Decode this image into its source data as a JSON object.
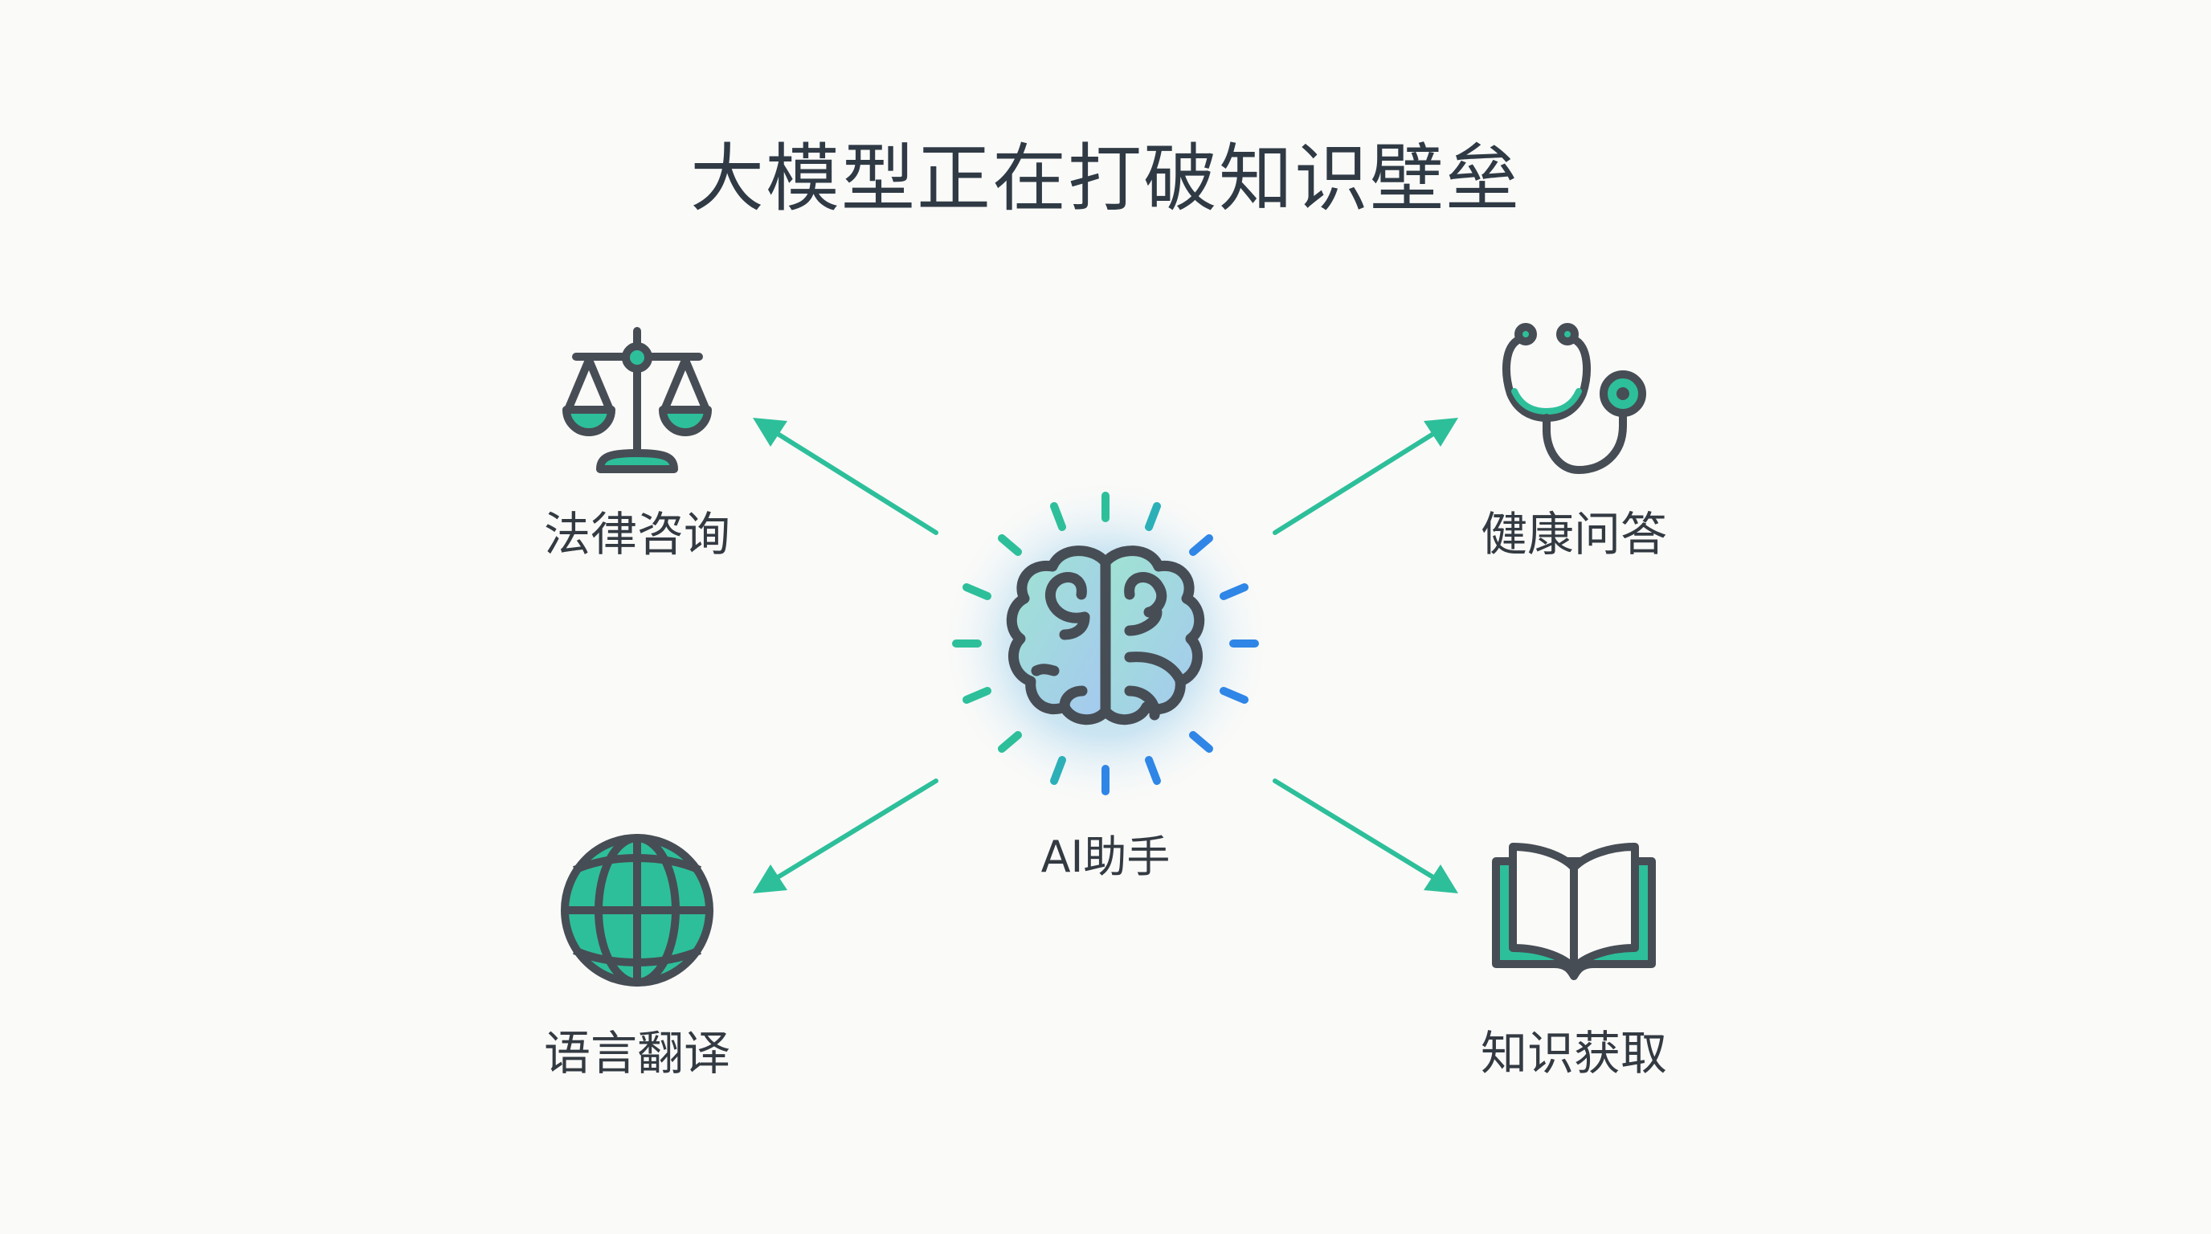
{
  "title": "大模型正在打破知识壁垒",
  "center": {
    "label": "AI助手",
    "icon": "brain-icon"
  },
  "nodes": [
    {
      "id": "legal",
      "label": "法律咨询",
      "icon": "scales-of-justice-icon",
      "position": "top-left"
    },
    {
      "id": "health",
      "label": "健康问答",
      "icon": "stethoscope-icon",
      "position": "top-right"
    },
    {
      "id": "translate",
      "label": "语言翻译",
      "icon": "globe-icon",
      "position": "bottom-left"
    },
    {
      "id": "knowledge",
      "label": "知识获取",
      "icon": "open-book-icon",
      "position": "bottom-right"
    }
  ],
  "colors": {
    "accent": "#2dbf9a",
    "accent_blue": "#2f86e6",
    "stroke": "#474d55",
    "text": "#2f3a45",
    "background": "#fafaf8"
  }
}
